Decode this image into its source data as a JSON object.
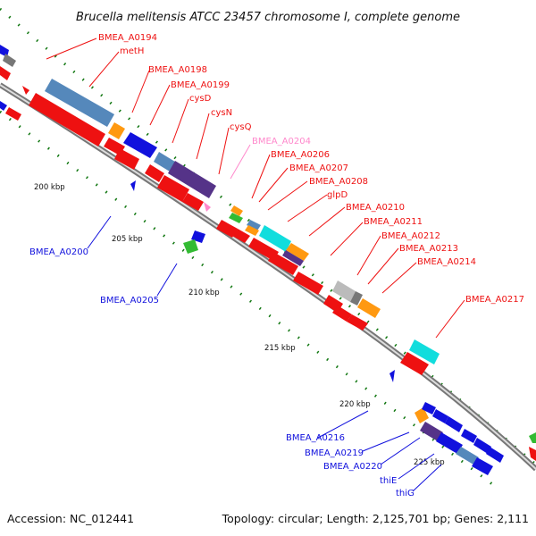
{
  "title": "Brucella melitensis ATCC 23457 chromosome I, complete genome",
  "footer": {
    "accession": "Accession: NC_012441",
    "topology": "Topology: circular; Length: 2,125,701 bp; Genes: 2,111"
  },
  "colors": {
    "red": "#ee1111",
    "blue": "#1111dd",
    "steel": "#5588bb",
    "orange": "#ff9911",
    "cyan": "#11dddd",
    "purple": "#553388",
    "green": "#33bb33",
    "grey": "#bbbbbb",
    "darkgrey": "#777777",
    "pink": "#ff88cc",
    "axis_dots": "#117711",
    "backbone": "#888888"
  },
  "kbp_ticks": [
    "200 kbp",
    "205 kbp",
    "210 kbp",
    "215 kbp",
    "220 kbp",
    "225 kbp"
  ],
  "labels_red": [
    "BMEA_A0194",
    "metH",
    "BMEA_A0198",
    "BMEA_A0199",
    "cysD",
    "cysN",
    "cysQ",
    "BMEA_A0206",
    "BMEA_A0207",
    "BMEA_A0208",
    "glpD",
    "BMEA_A0210",
    "BMEA_A0211",
    "BMEA_A0212",
    "BMEA_A0213",
    "BMEA_A0214",
    "BMEA_A0217"
  ],
  "label_pink": "BMEA_A0204",
  "labels_blue": [
    "BMEA_A0200",
    "BMEA_A0205",
    "BMEA_A0216",
    "BMEA_A0219",
    "BMEA_A0220",
    "thiE",
    "thiG"
  ]
}
